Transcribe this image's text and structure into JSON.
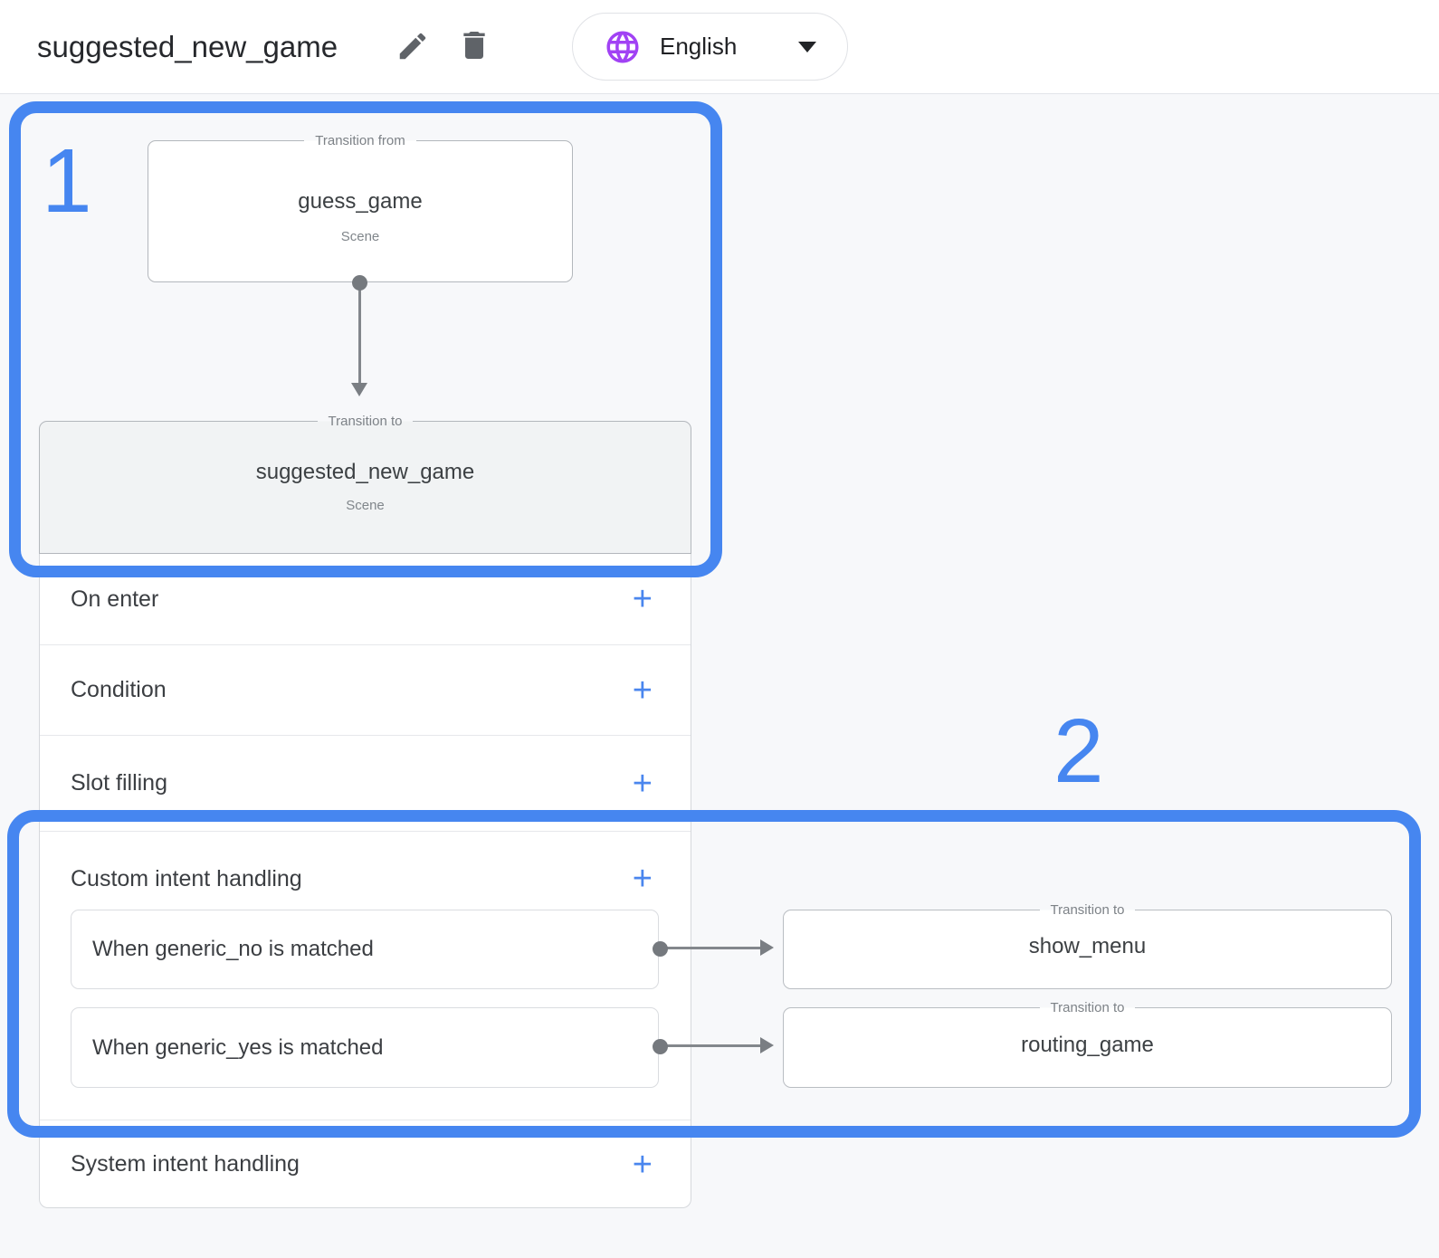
{
  "topbar": {
    "title": "suggested_new_game",
    "language_selector": {
      "label": "English"
    }
  },
  "annotations": {
    "step1": "1",
    "step2": "2"
  },
  "flow": {
    "from_node": {
      "legend": "Transition from",
      "name": "guess_game",
      "type": "Scene"
    },
    "to_node": {
      "legend": "Transition to",
      "name": "suggested_new_game",
      "type": "Scene"
    }
  },
  "panel": {
    "rows": {
      "on_enter": {
        "label": "On enter",
        "add": "+"
      },
      "condition": {
        "label": "Condition",
        "add": "+"
      },
      "slot_filling": {
        "label": "Slot filling",
        "add": "+"
      },
      "custom_intent": {
        "label": "Custom intent handling",
        "add": "+"
      },
      "system_intent": {
        "label": "System intent handling",
        "add": "+"
      }
    },
    "intent_cards": [
      {
        "label": "When generic_no is matched"
      },
      {
        "label": "When generic_yes is matched"
      }
    ]
  },
  "targets": [
    {
      "legend": "Transition to",
      "name": "show_menu"
    },
    {
      "legend": "Transition to",
      "name": "routing_game"
    }
  ],
  "colors": {
    "annotation_blue": "#4686f0",
    "add_button_blue": "#4a86ee",
    "globe_purple": "#a142f4",
    "text_dark": "#3c4043",
    "text_gray": "#80868b",
    "panel_gray_fill": "#f1f3f4",
    "background": "#f7f8fa"
  }
}
